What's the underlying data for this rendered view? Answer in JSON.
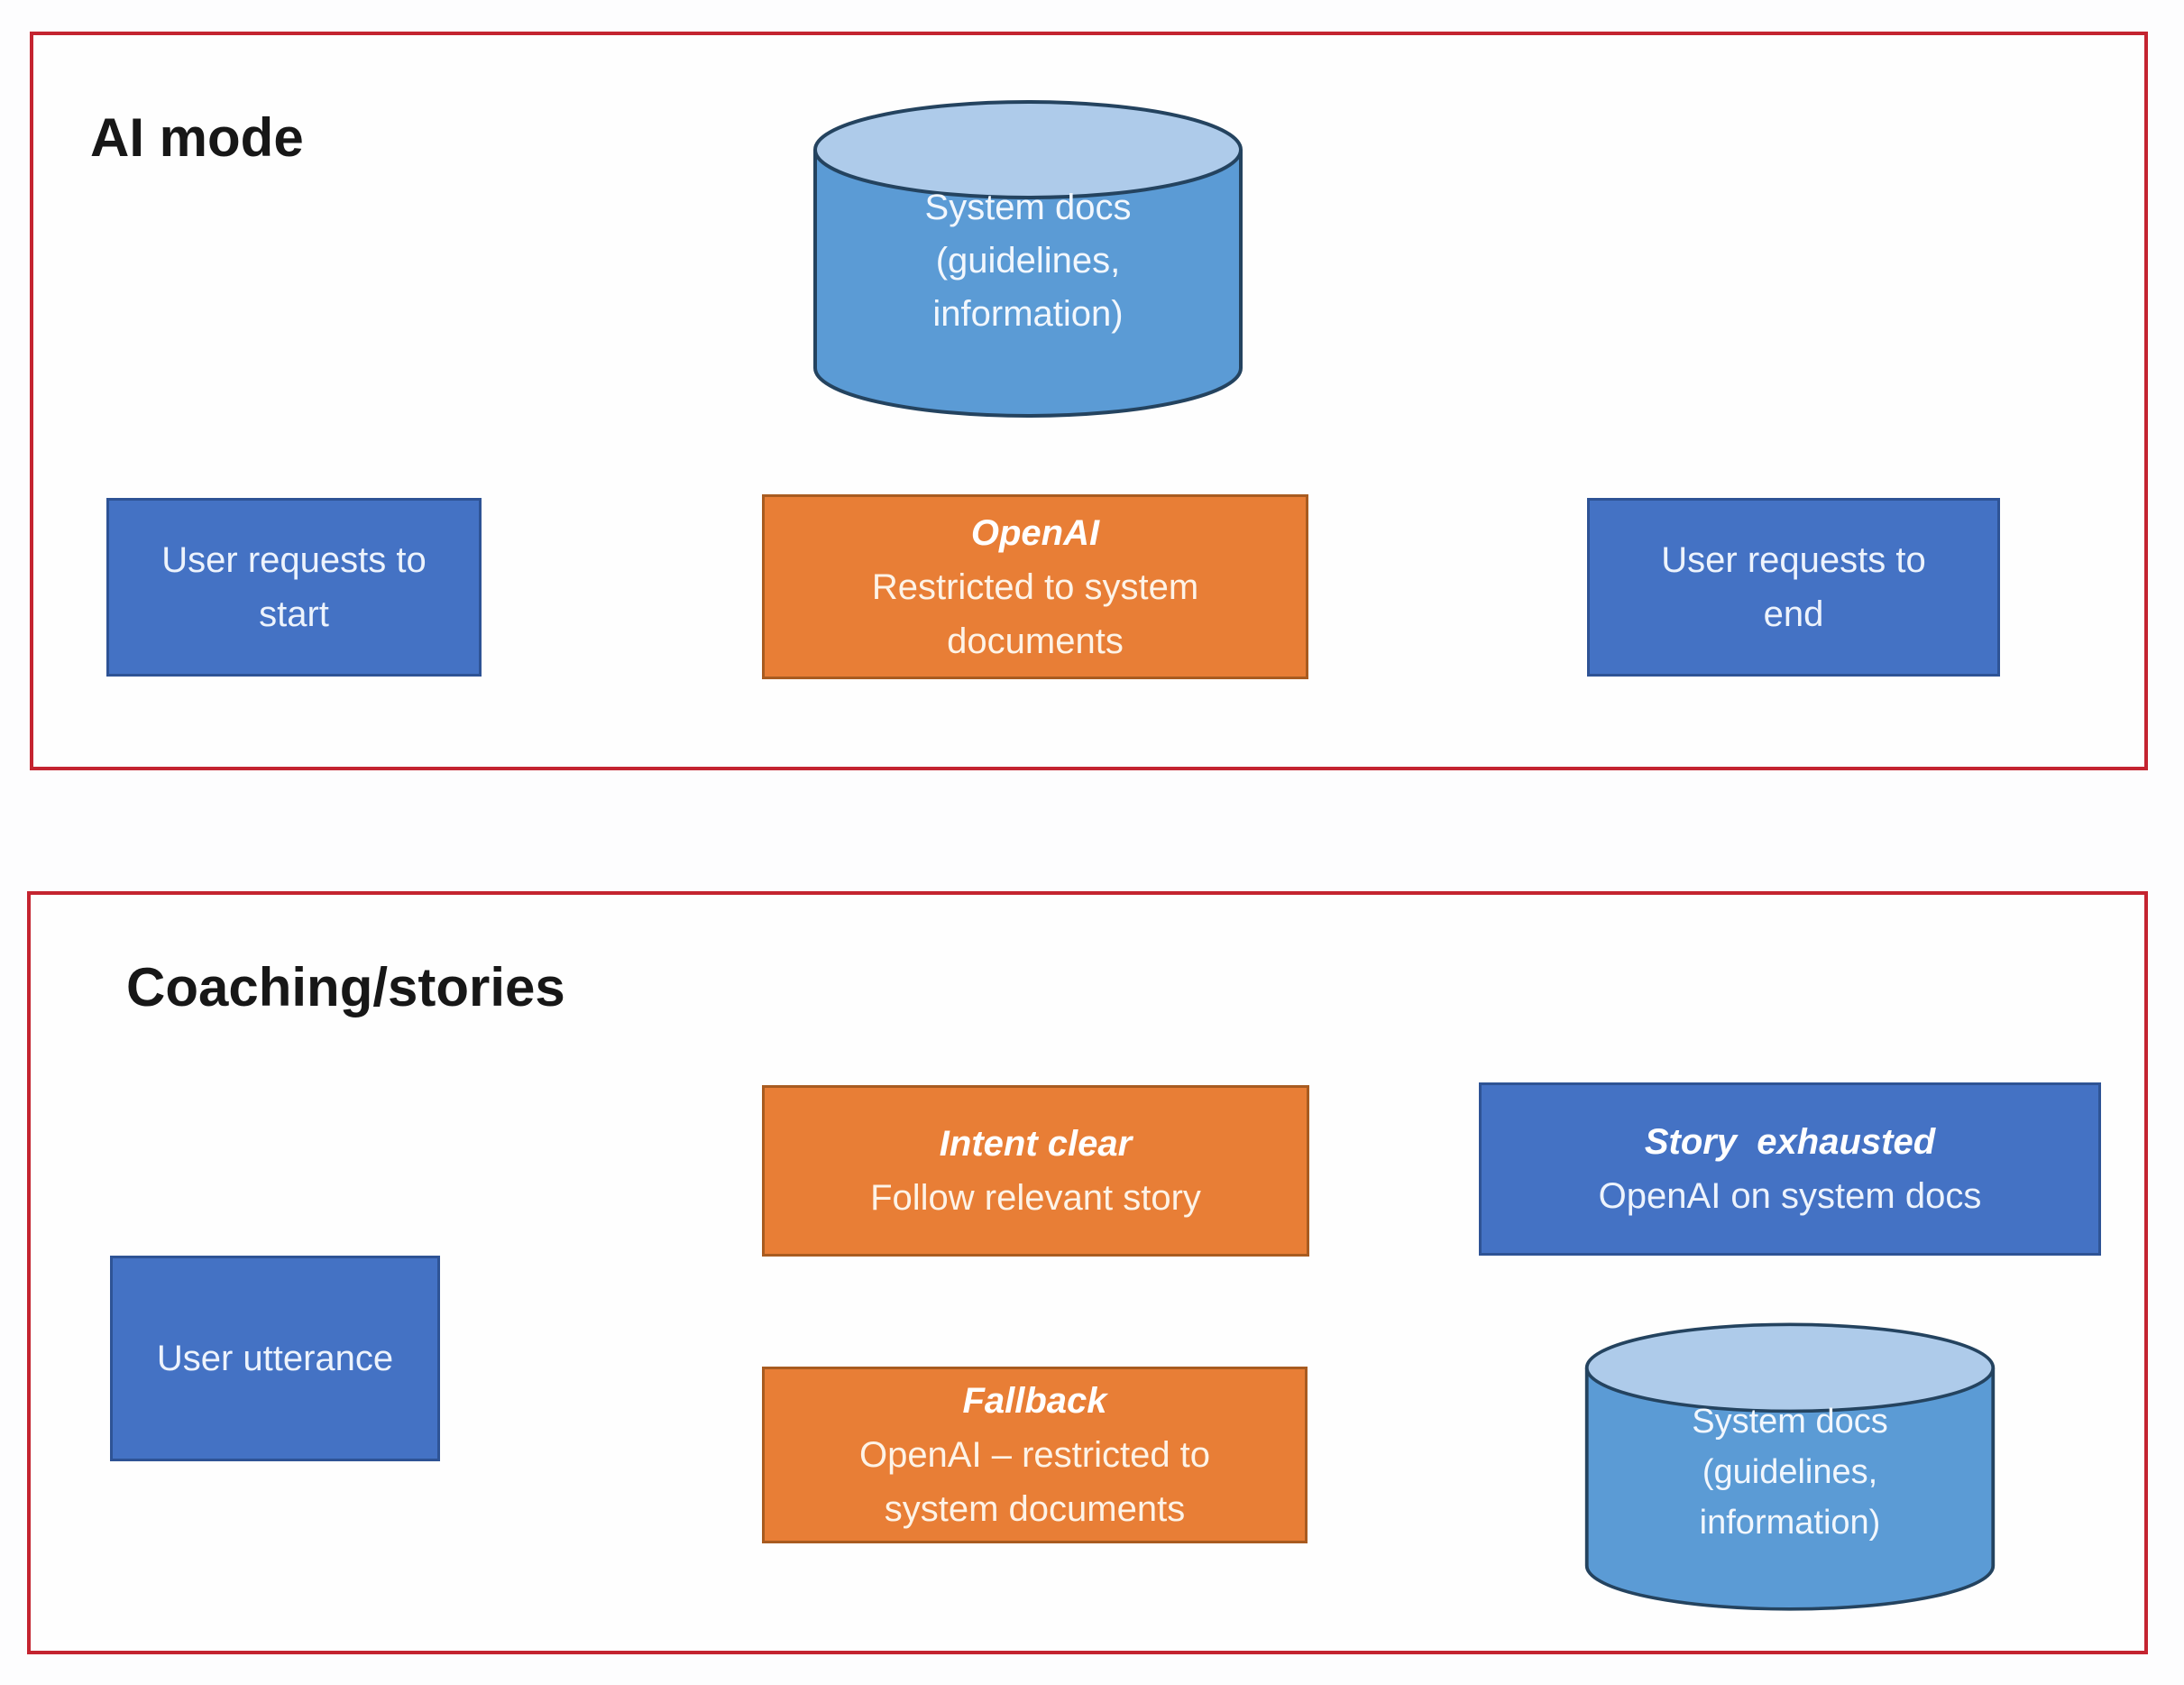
{
  "colors": {
    "panel_border": "#C42430",
    "blue_fill": "#4472C4",
    "blue_border": "#2E5395",
    "orange_fill": "#E87E36",
    "orange_border": "#A85B20",
    "cyl_fill": "#5B9BD5",
    "cyl_top": "#AECBEA",
    "cyl_border": "#24435F",
    "arrow_gray": "#8A93A5",
    "arrow_blue": "#6E82B8",
    "arrow_dash": "#4472C4",
    "arrow_head": "#2F5BB0"
  },
  "panel_ai": {
    "title": "AI mode",
    "cylinder": {
      "lines": [
        "System docs",
        "(guidelines,",
        "information)"
      ]
    },
    "start_box": "User requests to\nstart",
    "openai_box": {
      "title": "OpenAI",
      "subtitle": "Restricted to system\ndocuments"
    },
    "end_box": "User requests to\nend"
  },
  "panel_coaching": {
    "title": "Coaching/stories",
    "utterance_box": "User utterance",
    "intent_box": {
      "title": "Intent clear",
      "subtitle": "Follow relevant story"
    },
    "story_box": {
      "title": "Story  exhausted",
      "subtitle": "OpenAI on system docs"
    },
    "fallback_box": {
      "title": "Fallback",
      "subtitle": "OpenAI – restricted to\nsystem documents"
    },
    "cylinder": {
      "lines": [
        "System docs",
        "(guidelines,",
        "information)"
      ]
    }
  }
}
